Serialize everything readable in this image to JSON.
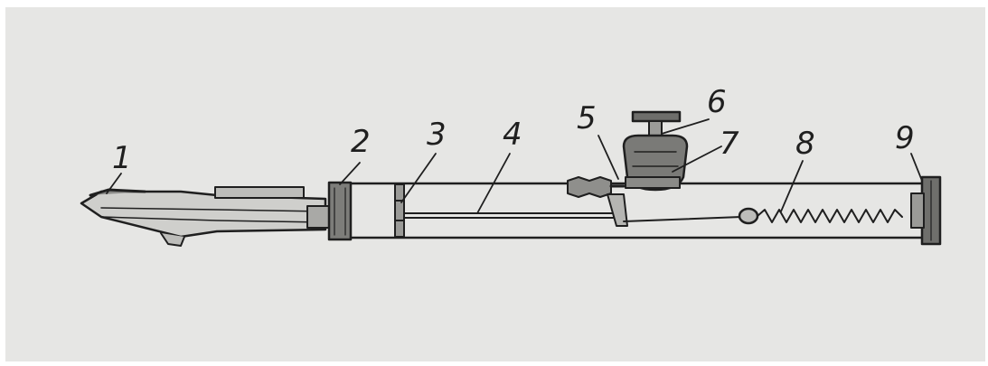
{
  "diagram": {
    "labels": [
      {
        "id": "1",
        "text": "1"
      },
      {
        "id": "2",
        "text": "2"
      },
      {
        "id": "3",
        "text": "3"
      },
      {
        "id": "4",
        "text": "4"
      },
      {
        "id": "5",
        "text": "5"
      },
      {
        "id": "6",
        "text": "6"
      },
      {
        "id": "7",
        "text": "7"
      },
      {
        "id": "8",
        "text": "8"
      },
      {
        "id": "9",
        "text": "9"
      }
    ]
  },
  "colors": {
    "background": "#e6e6e4",
    "ink": "#1f1f1f"
  }
}
